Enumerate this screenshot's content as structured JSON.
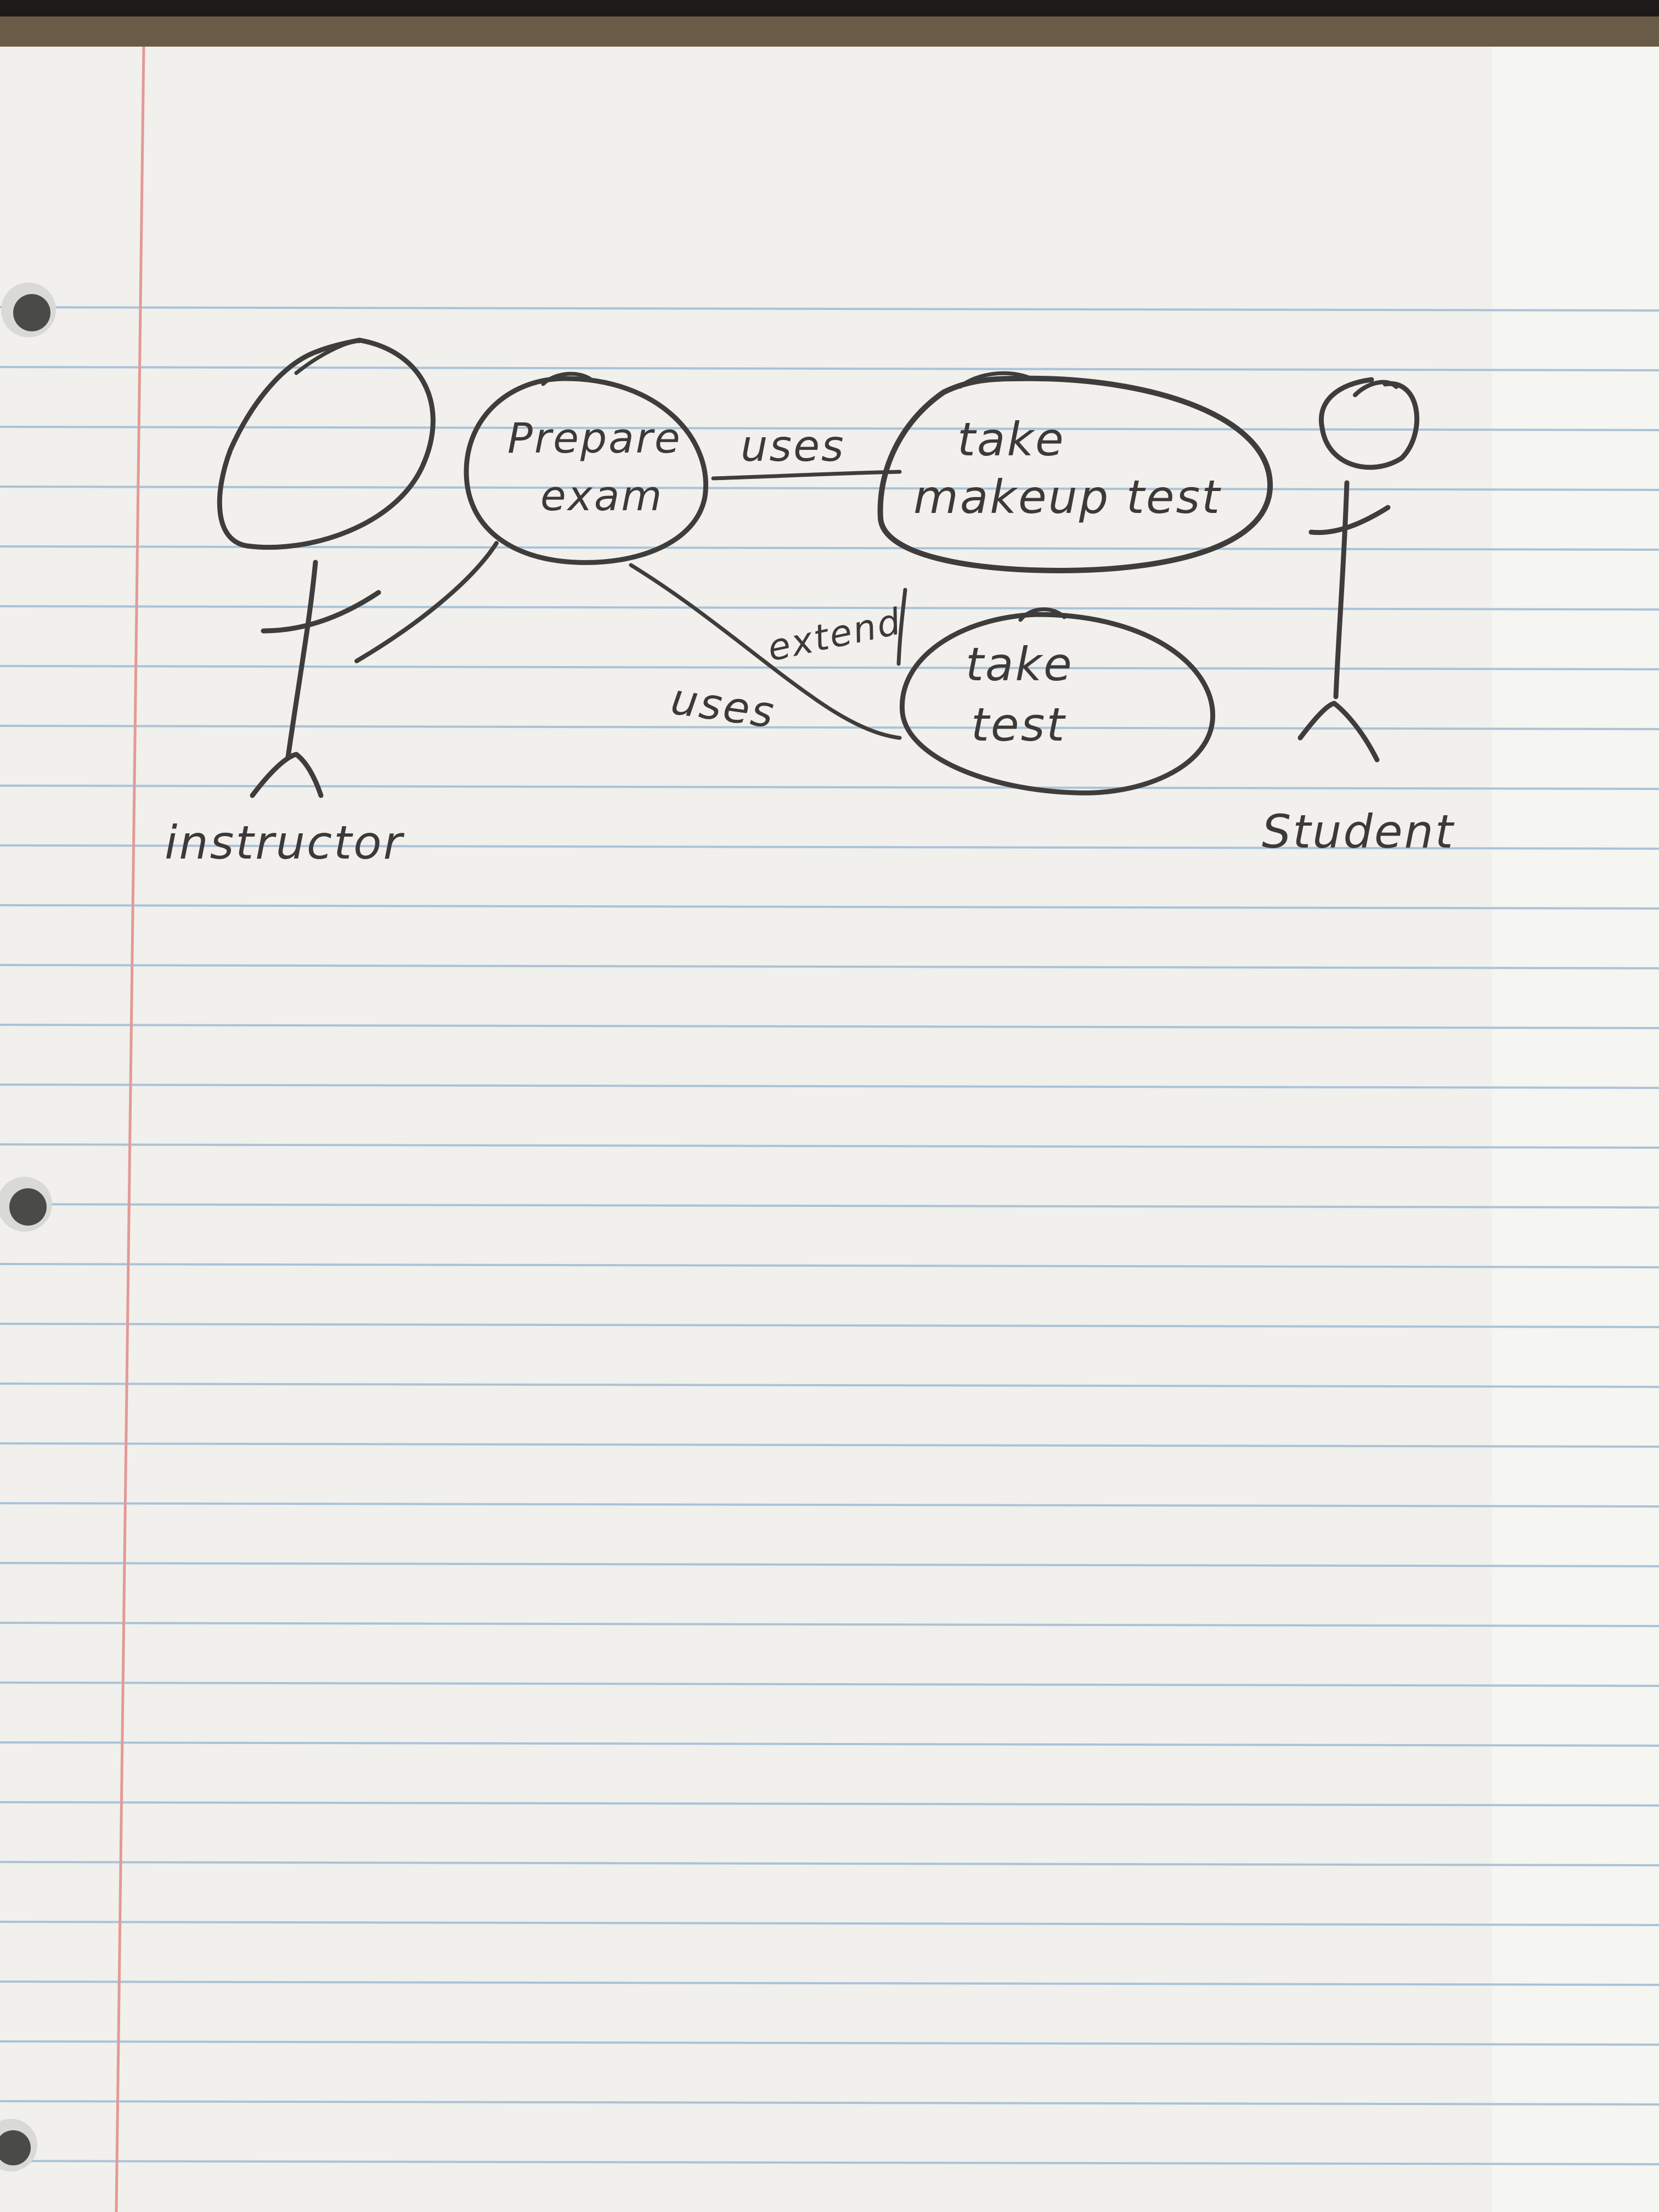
{
  "colors": {
    "paper": "#f1f0ec",
    "rule_line": "#a9c3d9",
    "margin_line": "#e39a96",
    "pencil": "#3f3d3b"
  },
  "diagram": {
    "actors": [
      {
        "id": "instructor",
        "label": "instructor"
      },
      {
        "id": "student",
        "label": "Student"
      }
    ],
    "use_cases": [
      {
        "id": "prepare-exam",
        "label_lines": [
          "Prepare",
          "exam"
        ]
      },
      {
        "id": "take-makeup-test",
        "label_lines": [
          "take",
          "makeup test"
        ]
      },
      {
        "id": "take-test",
        "label_lines": [
          "take",
          "test"
        ]
      }
    ],
    "relations": [
      {
        "from": "instructor",
        "to": "prepare-exam",
        "label": ""
      },
      {
        "from": "prepare-exam",
        "to": "take-makeup-test",
        "label": "uses"
      },
      {
        "from": "prepare-exam",
        "to": "take-test",
        "label": "uses"
      },
      {
        "from": "take-test",
        "to": "take-makeup-test",
        "label": "extend"
      }
    ]
  }
}
